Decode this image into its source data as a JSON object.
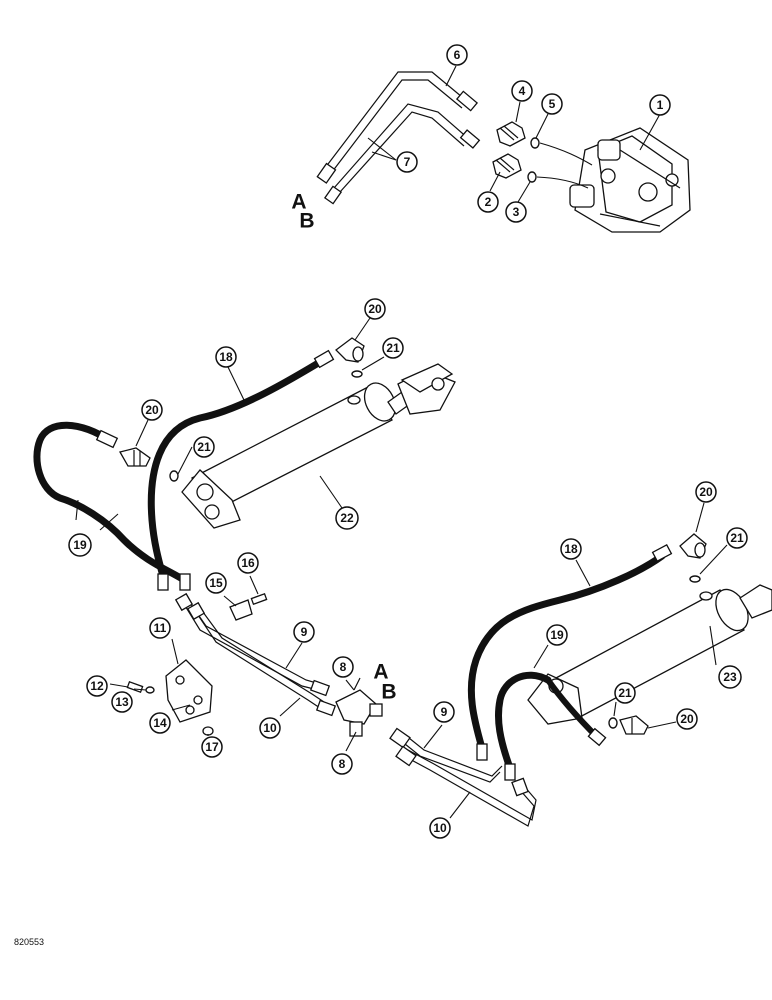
{
  "diagram": {
    "reference_number": "820553",
    "connection_labels": {
      "a": "A",
      "b": "B"
    },
    "callouts": {
      "c1": "1",
      "c2": "2",
      "c3": "3",
      "c4": "4",
      "c5": "5",
      "c6": "6",
      "c7": "7",
      "c8a": "8",
      "c8b": "8",
      "c9a": "9",
      "c9b": "9",
      "c10a": "10",
      "c10b": "10",
      "c11": "11",
      "c12": "12",
      "c13": "13",
      "c14": "14",
      "c15": "15",
      "c16": "16",
      "c17": "17",
      "c18a": "18",
      "c18b": "18",
      "c19a": "19",
      "c19b": "19",
      "c20a": "20",
      "c20b": "20",
      "c20c": "20",
      "c20d": "20",
      "c21a": "21",
      "c21b": "21",
      "c21c": "21",
      "c21d": "21",
      "c22": "22",
      "c23": "23"
    }
  }
}
